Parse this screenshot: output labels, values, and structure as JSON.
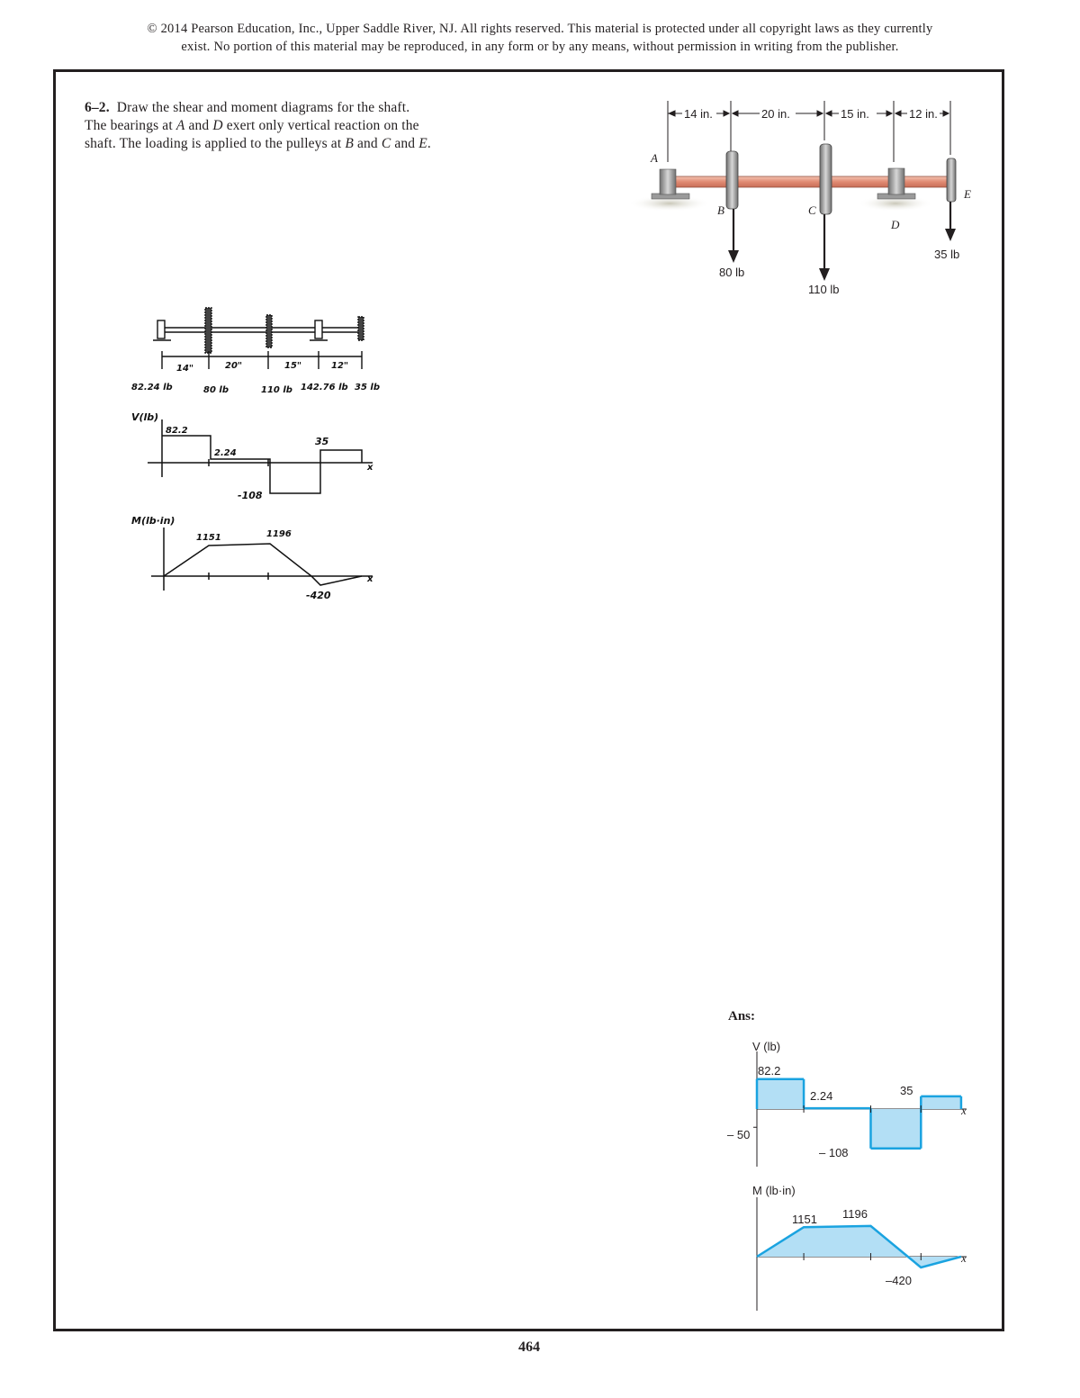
{
  "header": {
    "copyright_line1": "© 2014 Pearson Education, Inc., Upper Saddle River, NJ. All rights reserved. This material is protected under all copyright laws as they currently",
    "copyright_line2": "exist. No portion of this material may be reproduced, in any form or by any means, without permission in writing from the publisher."
  },
  "problem": {
    "number": "6–2.",
    "line1_text": "Draw the shear and moment diagrams for the shaft.",
    "line2_a": "The bearings at ",
    "line2_A": "A",
    "line2_b": " and ",
    "line2_D": "D",
    "line2_c": " exert only vertical reaction on the",
    "line3_a": "shaft. The loading is applied to the pulleys at ",
    "line3_B": "B",
    "line3_b": " and ",
    "line3_C": "C",
    "line3_c": " and ",
    "line3_E": "E",
    "line3_d": "."
  },
  "figure": {
    "dimensions": [
      "14 in.",
      "20 in.",
      "15 in.",
      "12 in."
    ],
    "points": [
      "A",
      "B",
      "C",
      "D",
      "E"
    ],
    "loads": [
      "80 lb",
      "110 lb",
      "35 lb"
    ]
  },
  "handwritten": {
    "dims": [
      "14\"",
      "20\"",
      "15\"",
      "12\""
    ],
    "reactions": [
      "82.24 lb",
      "80 lb",
      "110 lb",
      "142.76 lb",
      "35 lb"
    ],
    "v_axis": "V(lb)",
    "m_axis": "M(lb·in)",
    "v_values": [
      "82.2",
      "2.24",
      "35",
      "-108"
    ],
    "m_values": [
      "1151",
      "1196",
      "-420"
    ],
    "x_label": "x"
  },
  "answer": {
    "title": "Ans:",
    "v_axis_label": "V (lb)",
    "m_axis_label": "M (lb·in)",
    "x_label": "x",
    "v_tick": "– 50",
    "v_labels": [
      "82.2",
      "2.24",
      "35",
      "– 108"
    ],
    "m_labels": [
      "1151",
      "1196",
      "–420"
    ],
    "fill_color": "#b3dff5",
    "line_color": "#1aa3e0"
  },
  "chart_data": [
    {
      "type": "area",
      "title": "",
      "ylabel": "V (lb)",
      "xlabel": "x",
      "x": [
        0,
        14,
        34,
        49,
        61
      ],
      "values": [
        82.2,
        2.24,
        -108,
        35
      ],
      "step": true,
      "ytick": -50
    },
    {
      "type": "line",
      "title": "",
      "ylabel": "M (lb·in)",
      "xlabel": "x",
      "x": [
        0,
        14,
        34,
        49,
        61
      ],
      "values": [
        0,
        1151,
        1196,
        -420,
        0
      ]
    }
  ],
  "footer": {
    "page_number": "464"
  }
}
